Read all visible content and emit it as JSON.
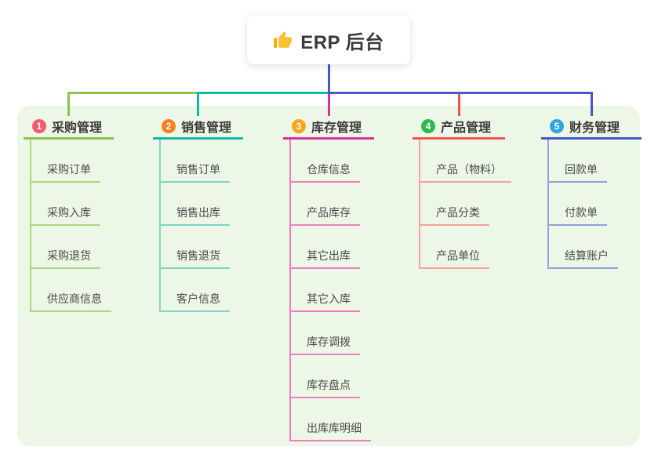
{
  "root": {
    "label": "ERP 后台",
    "icon": "thumbs-up"
  },
  "connector": {
    "root_color": "#4659c7"
  },
  "panel": {
    "background": "#edf7e7"
  },
  "branches": [
    {
      "number": "1",
      "label": "采购管理",
      "badge_color": "#f05c72",
      "line_color": "#8bc34a",
      "child_line_color": "#abd780",
      "children": [
        "采购订单",
        "采购入库",
        "采购退货",
        "供应商信息"
      ]
    },
    {
      "number": "2",
      "label": "销售管理",
      "badge_color": "#f57f1e",
      "line_color": "#10b9a8",
      "child_line_color": "#7ed6c9",
      "children": [
        "销售订单",
        "销售出库",
        "销售退货",
        "客户信息"
      ]
    },
    {
      "number": "3",
      "label": "库存管理",
      "badge_color": "#f9a51a",
      "line_color": "#d6339c",
      "child_line_color": "#ef7ec0",
      "children": [
        "仓库信息",
        "产品库存",
        "其它出库",
        "其它入库",
        "库存调拨",
        "库存盘点",
        "出库库明细"
      ]
    },
    {
      "number": "4",
      "label": "产品管理",
      "badge_color": "#27bd4e",
      "line_color": "#f2544e",
      "child_line_color": "#f9a19b",
      "children": [
        "产品（物料）",
        "产品分类",
        "产品单位"
      ]
    },
    {
      "number": "5",
      "label": "财务管理",
      "badge_color": "#2fa4e0",
      "line_color": "#4659c7",
      "child_line_color": "#8fa3de",
      "children": [
        "回款单",
        "付款单",
        "结算账户"
      ]
    }
  ]
}
